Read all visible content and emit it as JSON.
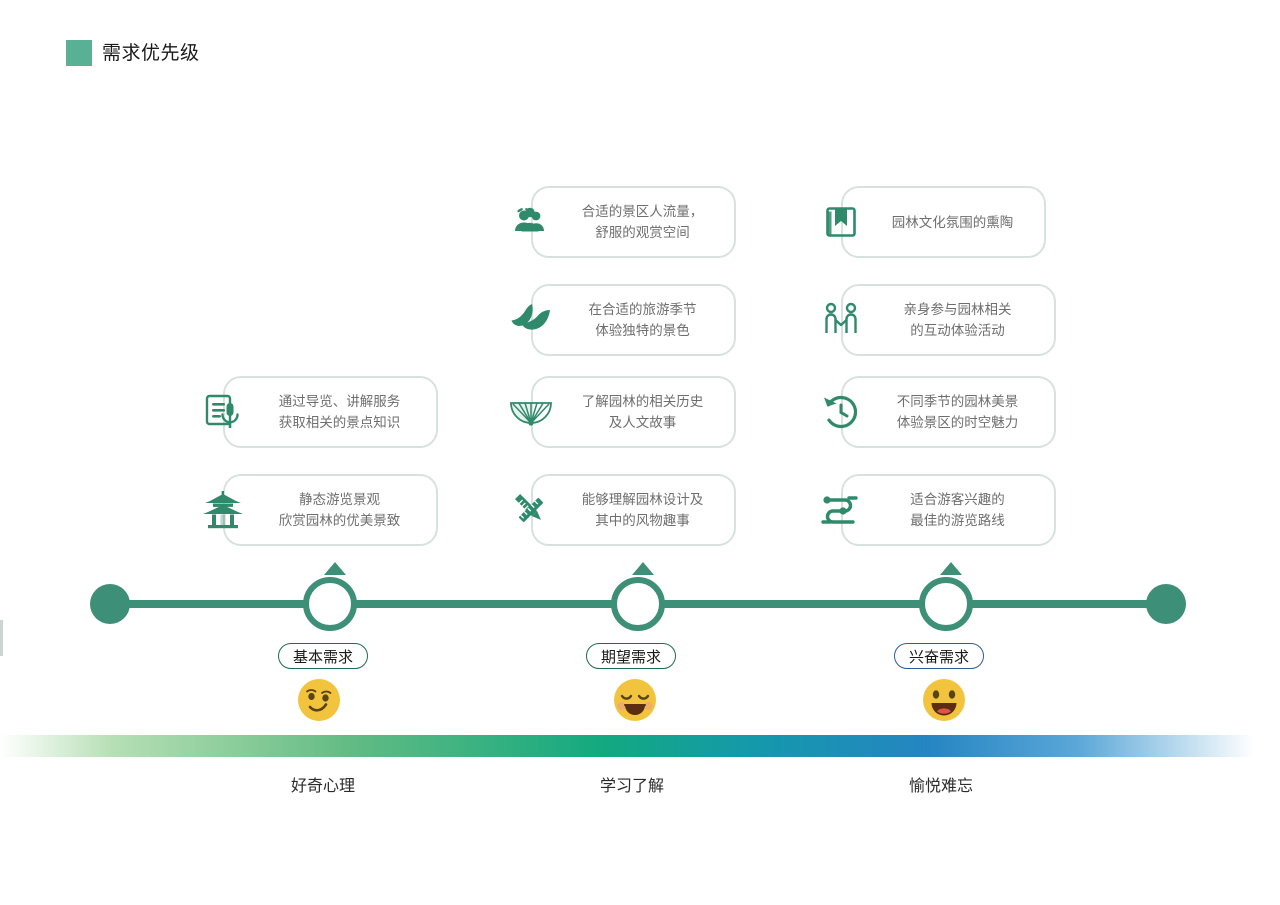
{
  "header": {
    "title": "需求优先级",
    "swatch_color": "#58b095"
  },
  "cards": [
    {
      "id": "guide-narration",
      "icon": "document-microphone-icon",
      "lines": [
        "通过导览、讲解服务",
        "获取相关的景点知识"
      ]
    },
    {
      "id": "static-sightseeing",
      "icon": "pagoda-icon",
      "lines": [
        "静态游览景观",
        "欣赏园林的优美景致"
      ]
    },
    {
      "id": "crowd-flow",
      "icon": "people-group-icon",
      "lines": [
        "合适的景区人流量，",
        "舒服的观赏空间"
      ]
    },
    {
      "id": "season-scenery",
      "icon": "leaf-icon",
      "lines": [
        "在合适的旅游季节",
        "体验独特的景色"
      ]
    },
    {
      "id": "history-stories",
      "icon": "folding-fan-icon",
      "lines": [
        "了解园林的相关历史",
        "及人文故事"
      ]
    },
    {
      "id": "design-understanding",
      "icon": "pencil-ruler-icon",
      "lines": [
        "能够理解园林设计及",
        "其中的风物趣事"
      ]
    },
    {
      "id": "culture-immersion",
      "icon": "bookmark-book-icon",
      "lines": [
        "园林文化氛围的熏陶",
        ""
      ]
    },
    {
      "id": "interactive-activities",
      "icon": "two-people-interaction-icon",
      "lines": [
        "亲身参与园林相关",
        "的互动体验活动"
      ]
    },
    {
      "id": "seasonal-charm",
      "icon": "clock-rewind-icon",
      "lines": [
        "不同季节的园林美景",
        "体验景区的时空魅力"
      ]
    },
    {
      "id": "best-route",
      "icon": "winding-route-icon",
      "lines": [
        "适合游客兴趣的",
        "最佳的游览路线"
      ]
    }
  ],
  "timeline": {
    "line_color": "#3d9077",
    "nodes": [
      {
        "label": "基本需求",
        "border_color": "#1e6b52",
        "emoji": "smirking-face"
      },
      {
        "label": "期望需求",
        "border_color": "#1e6b52",
        "emoji": "relieved-smiling-face"
      },
      {
        "label": "兴奋需求",
        "border_color": "#2c5f99",
        "emoji": "grinning-face"
      }
    ]
  },
  "footer": {
    "labels": [
      "好奇心理",
      "学习了解",
      "愉悦难忘"
    ],
    "gradient_stops": [
      "#ffffff",
      "#b6dfb5",
      "#62bb83",
      "#13a97f",
      "#1499ab",
      "#2585c2",
      "#5ba7d8",
      "#ffffff"
    ]
  }
}
